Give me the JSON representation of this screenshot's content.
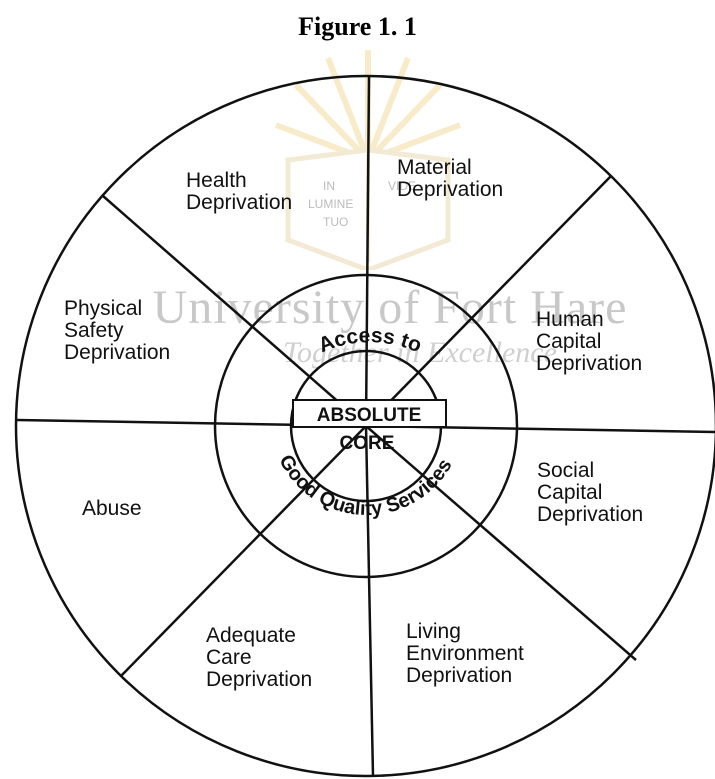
{
  "title": "Figure 1. 1",
  "watermark": {
    "text": "University of Fort Hare",
    "subtext": "Together in Excellence",
    "logo_words": [
      "IN",
      "LUMINE",
      "TUO",
      "VIDE"
    ]
  },
  "center": {
    "line1": "ABSOLUTE",
    "line2": "CORE",
    "arc_top": "Access to",
    "arc_bottom": "Good Quality Services"
  },
  "segments": {
    "health": "Health\nDeprivation",
    "material": "Material\nDeprivation",
    "human_capital": "Human\nCapital\nDeprivation",
    "social_capital": "Social\nCapital\nDeprivation",
    "living_environment": "Living\nEnvironment\nDeprivation",
    "adequate_care": "Adequate\nCare\nDeprivation",
    "abuse": "Abuse",
    "physical_safety": "Physical\nSafety\nDeprivation"
  },
  "colors": {
    "stroke": "#111111",
    "watermark": "#c8c8c8",
    "logo": "#f2dca0"
  }
}
